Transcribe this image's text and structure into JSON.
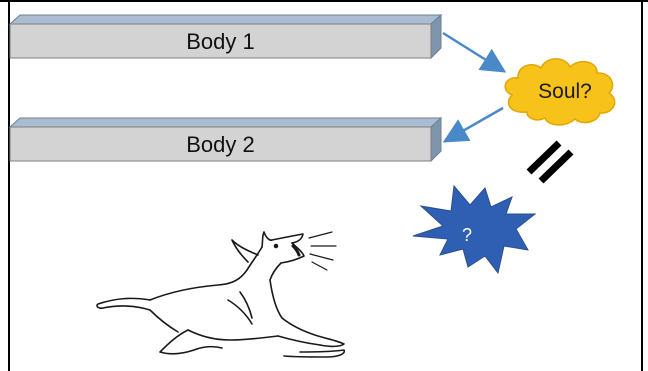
{
  "diagram": {
    "body1": {
      "label": "Body 1"
    },
    "body2": {
      "label": "Body 2"
    },
    "soul": {
      "label": "Soul?"
    },
    "burst": {
      "label": "?"
    },
    "colors": {
      "box_front": "#d3d3d3",
      "box_top": "#a9bcd1",
      "box_side": "#7f95ad",
      "cloud": "#f7c21a",
      "cloud_stroke": "#e2a700",
      "burst": "#2f5fb3",
      "arrow": "#4a89c8",
      "not_equal": "#000000"
    },
    "icons": {
      "dog": "howling-dog-icon",
      "not_equal": "not-equal-icon"
    }
  }
}
